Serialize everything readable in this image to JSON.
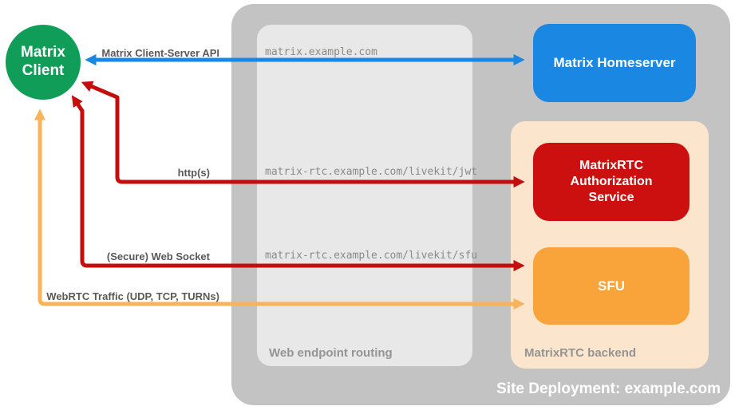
{
  "colors": {
    "canvas_bg": "#ffffff",
    "container_gray": "#c3c3c3",
    "routing_gray": "#e8e8e8",
    "backend_peach": "#fce5cd",
    "homeserver_blue": "#1a88e3",
    "auth_red": "#cc1010",
    "sfu_orange": "#f9a43a",
    "client_green": "#109d58",
    "arrow_blue": "#1a88e3",
    "arrow_red": "#c40d0d",
    "arrow_orange": "#f9b45b",
    "label_gray": "#595959",
    "url_gray": "#8a8a8a",
    "zone_label_gray": "#949494"
  },
  "nodes": {
    "client": {
      "label": "Matrix Client"
    },
    "homeserver": {
      "label": "Matrix Homeserver"
    },
    "auth_service": {
      "label": "MatrixRTC Authorization Service"
    },
    "sfu": {
      "label": "SFU"
    }
  },
  "zones": {
    "deployment": {
      "label": "Site Deployment: example.com"
    },
    "routing": {
      "label": "Web endpoint routing"
    },
    "backend": {
      "label": "MatrixRTC backend"
    }
  },
  "routes": [
    {
      "host": "matrix.example.com"
    },
    {
      "host": "matrix-rtc.example.com/livekit/jwt"
    },
    {
      "host": "matrix-rtc.example.com/livekit/sfu"
    }
  ],
  "arrows": [
    {
      "label": "Matrix Client-Server API",
      "color": "blue",
      "direction": "bidirectional",
      "from": "Matrix Client",
      "to": "Matrix Homeserver"
    },
    {
      "label": "http(s)",
      "color": "red",
      "direction": "bidirectional",
      "from": "Matrix Client",
      "to": "MatrixRTC Authorization Service"
    },
    {
      "label": "(Secure) Web Socket",
      "color": "red",
      "direction": "bidirectional",
      "from": "Matrix Client",
      "to": "SFU"
    },
    {
      "label": "WebRTC Traffic (UDP, TCP, TURNs)",
      "color": "orange",
      "direction": "bidirectional",
      "from": "Matrix Client",
      "to": "SFU"
    }
  ]
}
